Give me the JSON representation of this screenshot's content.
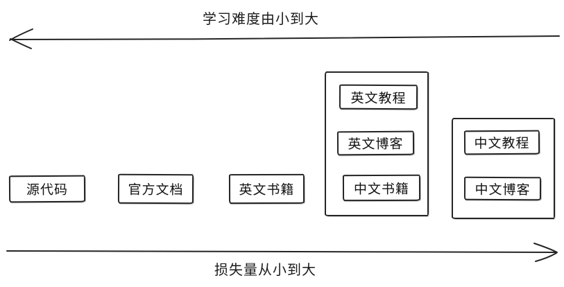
{
  "diagram": {
    "top_axis": {
      "label": "学习难度由小到大",
      "direction": "left"
    },
    "bottom_axis": {
      "label": "损失量从小到大",
      "direction": "right"
    },
    "boxes": [
      {
        "label": "源代码"
      },
      {
        "label": "官方文档"
      },
      {
        "label": "英文书籍"
      }
    ],
    "groups": [
      {
        "items": [
          {
            "label": "英文教程"
          },
          {
            "label": "英文博客"
          },
          {
            "label": "中文书籍"
          }
        ]
      },
      {
        "items": [
          {
            "label": "中文教程"
          },
          {
            "label": "中文博客"
          }
        ]
      }
    ],
    "colors": {
      "stroke": "#242424",
      "text": "#111111",
      "background": "#ffffff"
    }
  }
}
